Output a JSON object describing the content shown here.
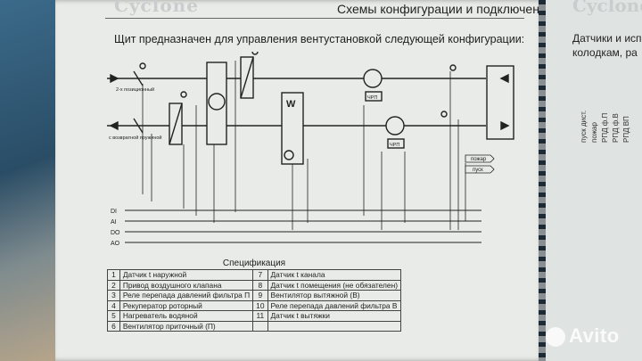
{
  "header": {
    "brand": "Cyclone",
    "section_title": "Схемы конфигурации и подключения"
  },
  "intro": "Щит предназначен для управления вентустановкой следующей конфигурации:",
  "diagram": {
    "bus_labels": [
      "DI",
      "AI",
      "DO",
      "AO"
    ],
    "fan_labels": [
      "ЧРП",
      "ЧРП"
    ],
    "signals": [
      "пожар",
      "пуск"
    ],
    "damper_outdoor": "2-х позиционный",
    "damper_exhaust": "с возвратной пружиной",
    "heater_label": "W"
  },
  "spec": {
    "title": "Спецификация",
    "left": [
      {
        "n": "1",
        "text": "Датчик t наружной"
      },
      {
        "n": "2",
        "text": "Привод воздушного клапана"
      },
      {
        "n": "3",
        "text": "Реле перепада давлений фильтра П"
      },
      {
        "n": "4",
        "text": "Рекуператор роторный"
      },
      {
        "n": "5",
        "text": "Нагреватель водяной"
      },
      {
        "n": "6",
        "text": "Вентилятор приточный (П)"
      }
    ],
    "right": [
      {
        "n": "7",
        "text": "Датчик t канала"
      },
      {
        "n": "8",
        "text": "Датчик t помещения (не обязателен)"
      },
      {
        "n": "9",
        "text": "Вентилятор вытяжной (В)"
      },
      {
        "n": "10",
        "text": "Реле перепада давлений фильтра В"
      },
      {
        "n": "11",
        "text": "Датчик t вытяжки"
      }
    ]
  },
  "right_page": {
    "brand": "Cyclone",
    "title_line1": "Датчики и исп",
    "title_line2": "колодкам, ра",
    "terminal_labels": [
      "пуск дист.",
      "пожар",
      "РПД ф.П",
      "РПД ф.В",
      "РПД ВП"
    ]
  },
  "watermark": "Avito"
}
